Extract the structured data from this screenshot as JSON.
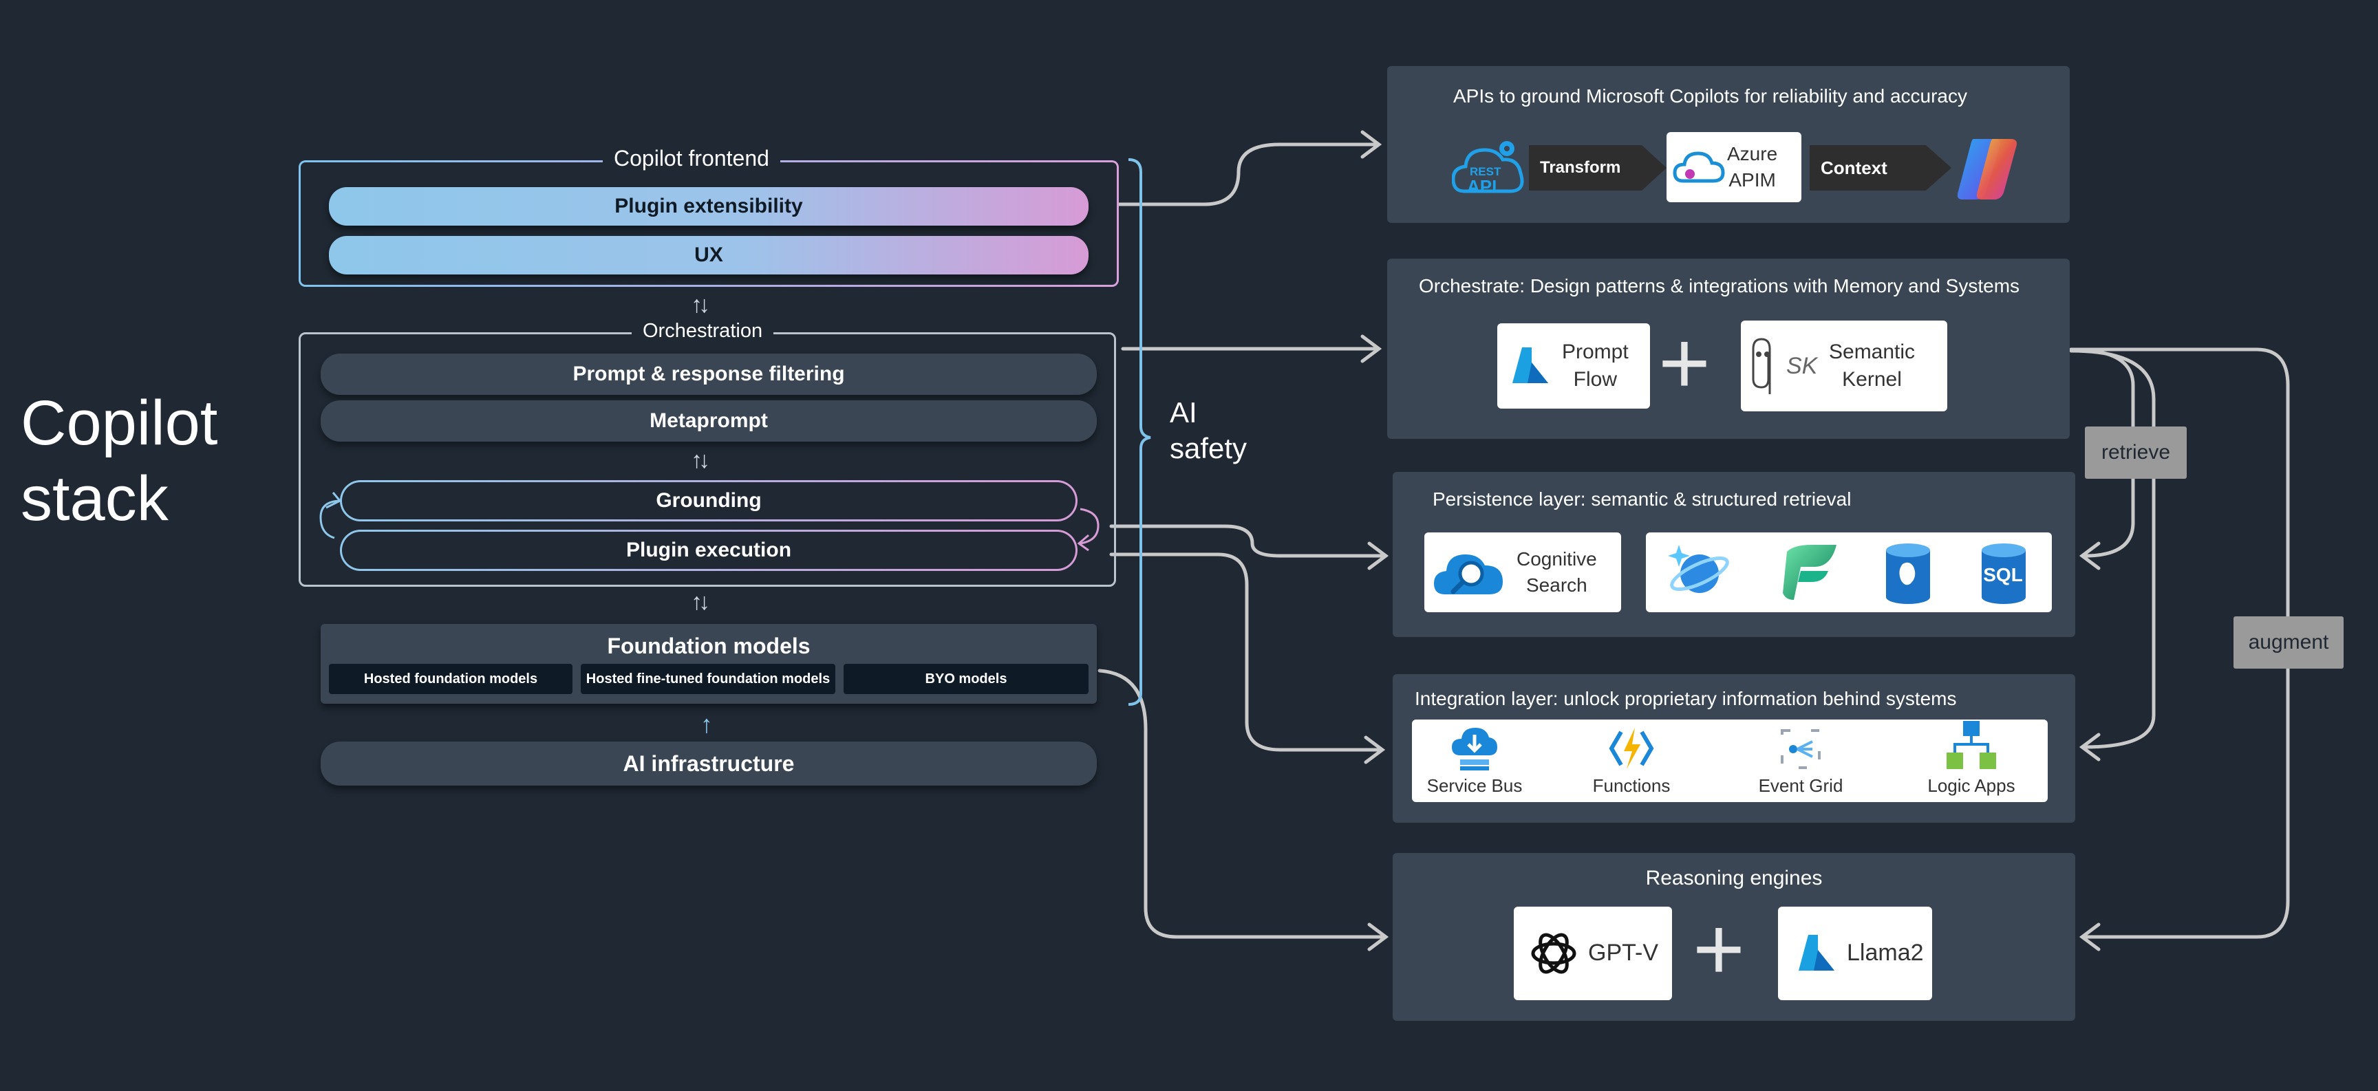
{
  "title": "Copilot stack",
  "stack": {
    "frontend_label": "Copilot frontend",
    "plugin_extensibility": "Plugin extensibility",
    "ux": "UX",
    "orchestration_label": "Orchestration",
    "prompt_filtering": "Prompt & response filtering",
    "metaprompt": "Metaprompt",
    "grounding": "Grounding",
    "plugin_execution": "Plugin execution",
    "foundation_title": "Foundation models",
    "foundation_chips": [
      "Hosted foundation models",
      "Hosted fine-tuned foundation models",
      "BYO models"
    ],
    "ai_infrastructure": "AI infrastructure",
    "ai_safety": "AI safety"
  },
  "panels": {
    "apis": {
      "title": "APIs to ground Microsoft Copilots for reliability and accuracy",
      "rest_line1": "REST",
      "rest_line2": "API",
      "transform": "Transform",
      "apim_line1": "Azure",
      "apim_line2": "APIM",
      "context": "Context"
    },
    "orchestrate": {
      "title": "Orchestrate: Design patterns & integrations with Memory and Systems",
      "prompt_flow_1": "Prompt",
      "prompt_flow_2": "Flow",
      "sk_1": "Semantic",
      "sk_2": "Kernel",
      "sk_mark": "SK"
    },
    "persistence": {
      "title": "Persistence layer: semantic & structured retrieval",
      "cognitive_1": "Cognitive",
      "cognitive_2": "Search",
      "sql": "SQL"
    },
    "integration": {
      "title": "Integration layer: unlock proprietary information behind systems",
      "items": [
        "Service Bus",
        "Functions",
        "Event Grid",
        "Logic Apps"
      ]
    },
    "reasoning": {
      "title": "Reasoning engines",
      "gpt": "GPT-V",
      "llama": "Llama2"
    }
  },
  "tags": {
    "retrieve": "retrieve",
    "augment": "augment"
  },
  "colors": {
    "background": "#1f2833",
    "panel": "#3a4653",
    "connector": "#c9c9c9"
  }
}
